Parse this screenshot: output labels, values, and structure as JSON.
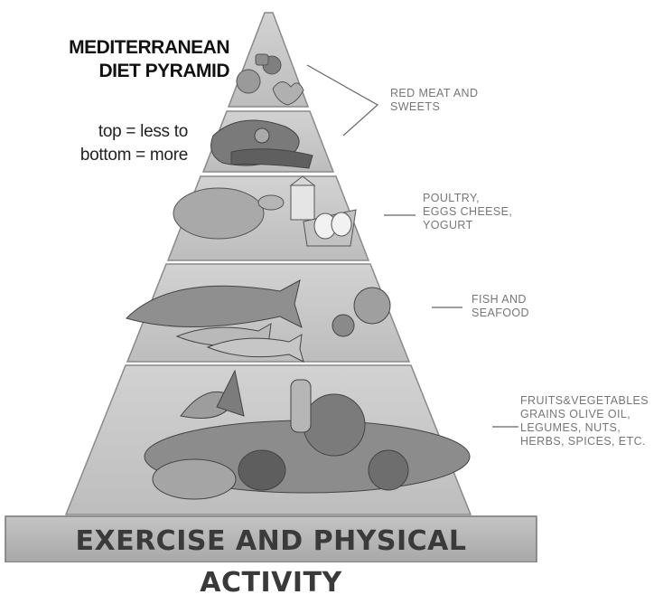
{
  "title": {
    "line1": "MEDITERRANEAN",
    "line2": "DIET PYRAMID"
  },
  "subtitle": {
    "line1": "top = less to",
    "line2": "bottom = more"
  },
  "tiers": [
    {
      "name": "red-meat-sweets",
      "lines": [
        "RED MEAT AND",
        "SWEETS"
      ]
    },
    {
      "name": "poultry-eggs",
      "lines": [
        "POULTRY,",
        "EGGS CHEESE,",
        "YOGURT"
      ]
    },
    {
      "name": "fish-seafood",
      "lines": [
        "FISH AND",
        "SEAFOOD"
      ]
    },
    {
      "name": "fruits-vegetables",
      "lines": [
        "FRUITS&VEGETABLES",
        "GRAINS OLIVE OIL,",
        "LEGUMES, NUTS,",
        "HERBS, SPICES, ETC."
      ]
    }
  ],
  "base": {
    "label": "EXERCISE AND PHYSICAL ACTIVITY"
  },
  "colors": {
    "tier_fill": "#c9c9c9",
    "tier_stroke": "#888888",
    "base_fill": "#b4b4b4",
    "line": "#666666"
  }
}
